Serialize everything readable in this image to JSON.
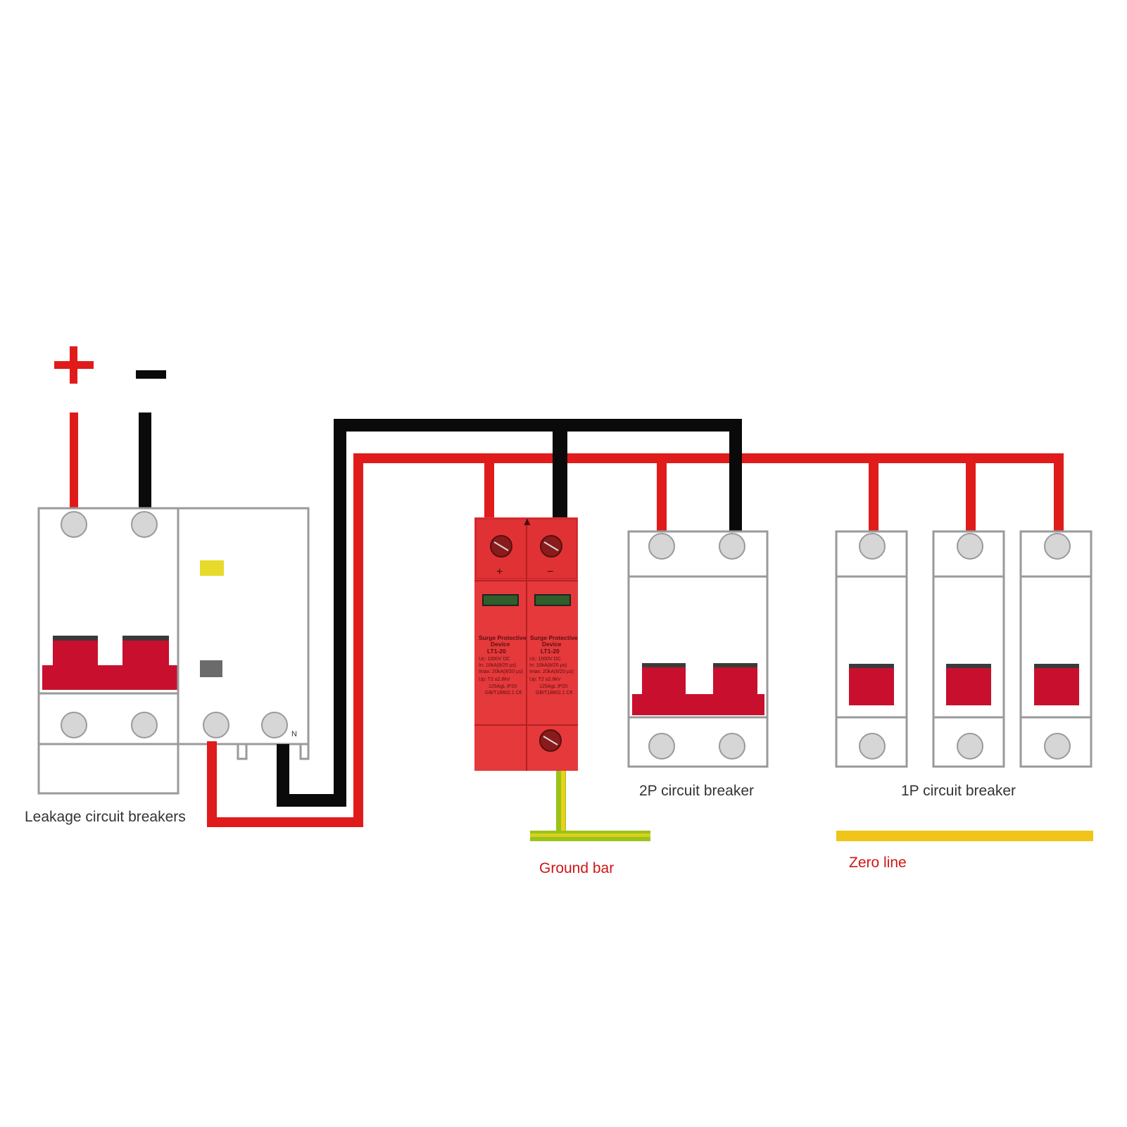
{
  "polarity": {
    "positive": "+",
    "negative": "−"
  },
  "labels": {
    "leakage": "Leakage circuit breakers",
    "two_pole": "2P circuit breaker",
    "one_pole": "1P circuit breaker",
    "ground_bar": "Ground bar",
    "zero_line": "Zero line",
    "neutral_mark": "N"
  },
  "spd": {
    "left": {
      "title1": "Surge Protective",
      "title2": "Device",
      "model": "LT1-20",
      "uc": "Uc:    1000V DC",
      "in": "In:    10kA(8/20 µs)",
      "imax": "Imax:  20kA(8/20 µs)",
      "up": "Up:  T2   ≤2.8kV",
      "fuse": "125AgL IP20",
      "std": "GB/T18802.1 C€",
      "terminal": "+"
    },
    "right": {
      "title1": "Surge Protective",
      "title2": "Device",
      "model": "LT1-20",
      "uc": "Uc:    1000V DC",
      "in": "In:    10kA(8/20 µs)",
      "imax": "Imax:  20kA(8/20 µs)",
      "up": "Up:  T2   ≤2.8kV",
      "fuse": "125AgL IP20",
      "std": "GB/T18802.1 C€",
      "terminal": "−"
    }
  },
  "colors": {
    "positive_wire": "#e01b1b",
    "negative_wire": "#0a0a0a",
    "breaker_handle": "#c8102e",
    "spd_body": "#e5393b",
    "ground_wire": "#9bc21c",
    "zero_line": "#f0c419"
  }
}
